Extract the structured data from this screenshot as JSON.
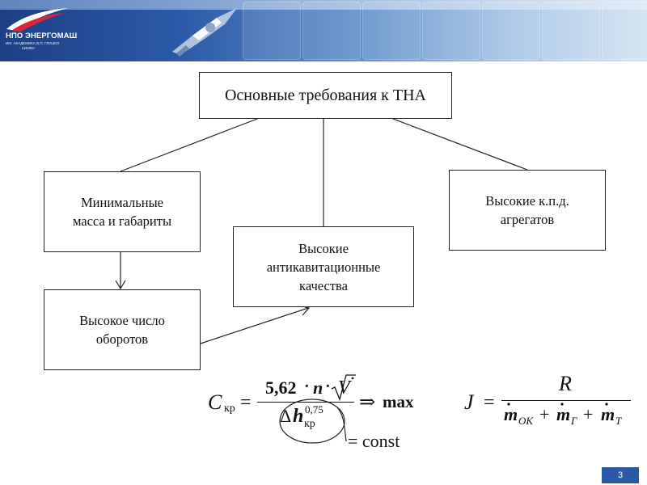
{
  "header": {
    "logo_name": "НПО ЭНЕРГОМАШ",
    "logo_sub": "ИМ. АКАДЕМИКА В.П. ГЛУШКО",
    "logo_sub2": "· ХИМКИ ·"
  },
  "diagram": {
    "main": "Основные требования к ТНА",
    "min_mass": [
      "Минимальные",
      "масса и габариты"
    ],
    "kpd": [
      "Высокие к.п.д.",
      "агрегатов"
    ],
    "cavitation": [
      "Высокие",
      "антикавитационные",
      "качества"
    ],
    "revolutions": [
      "Высокое число",
      "оборотов"
    ]
  },
  "formula1": {
    "lhs": "C",
    "lhs_sub": "кр",
    "equals": "=",
    "numerator_coef": "5,62",
    "dot": "·",
    "n": "n",
    "V": "V",
    "delta": "Δ",
    "h": "h",
    "h_sup": "0,75",
    "h_sub": "кр",
    "arrow": "⇒",
    "max": "max",
    "const": "= const"
  },
  "formula2": {
    "J": "J",
    "equals": "=",
    "R": "R",
    "m": "m",
    "sub_ok": "ОК",
    "plus": "+",
    "sub_g": "Г",
    "sub_t": "Т"
  },
  "page": {
    "number": "3"
  }
}
